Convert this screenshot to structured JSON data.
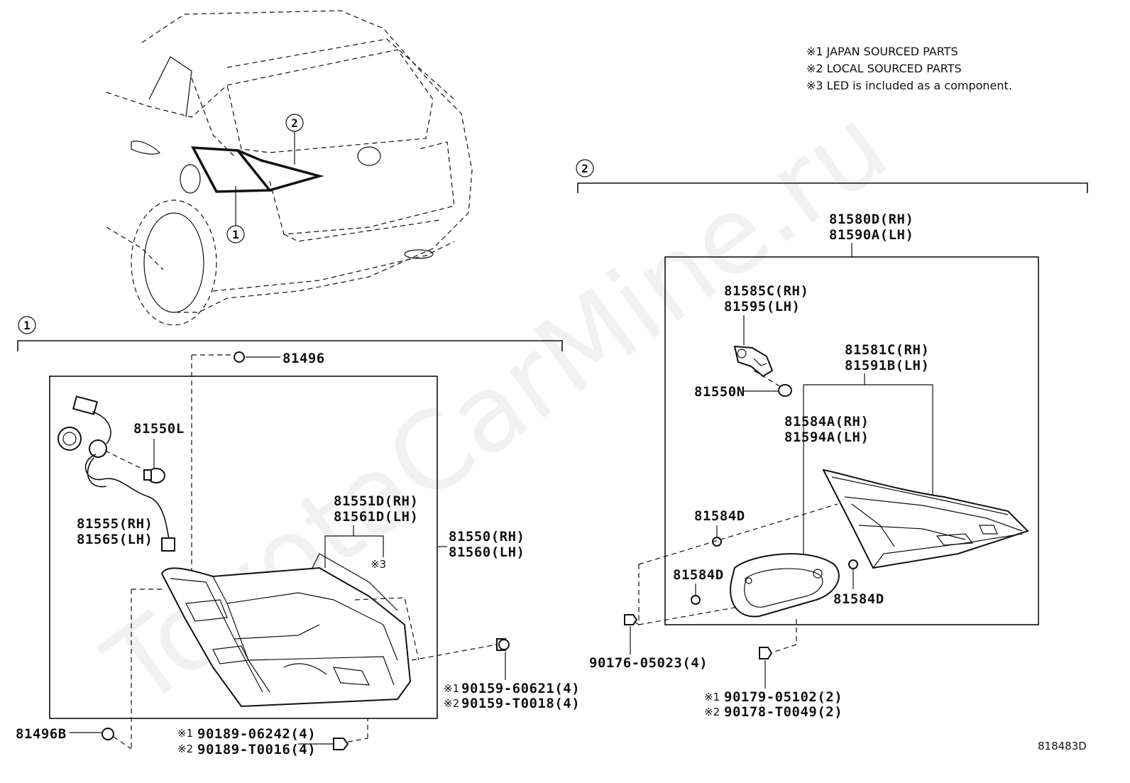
{
  "watermark": "ToyotaCarMine.ru",
  "notes": [
    "※1 JAPAN SOURCED PARTS",
    "※2 LOCAL SOURCED PARTS",
    "※3 LED is included as a component."
  ],
  "diagram_id": "818483D",
  "callouts": {
    "one": "1",
    "two": "2"
  },
  "left": {
    "p81496": "81496",
    "p81550L": "81550L",
    "p81555": "81555(RH)",
    "p81565": "81565(LH)",
    "p81551D": "81551D(RH)",
    "p81561D": "81561D(LH)",
    "mark3": "※3",
    "p81550": "81550(RH)",
    "p81560": "81560(LH)",
    "p90159a": "90159-60621(4)",
    "p90159b": "90159-T0018(4)",
    "p81496B": "81496B",
    "p90189a": "90189-06242(4)",
    "p90189b": "90189-T0016(4)",
    "mark1": "※1",
    "mark2": "※2"
  },
  "right": {
    "p81580D": "81580D(RH)",
    "p81590A": "81590A(LH)",
    "p81585C": "81585C(RH)",
    "p81595": "81595(LH)",
    "p81550N": "81550N",
    "p81581C": "81581C(RH)",
    "p81591B": "81591B(LH)",
    "p81584A": "81584A(RH)",
    "p81594A": "81594A(LH)",
    "p81584D_a": "81584D",
    "p81584D_b": "81584D",
    "p81584D_c": "81584D",
    "p90176": "90176-05023(4)",
    "p90179": "90179-05102(2)",
    "p90178": "90178-T0049(2)",
    "mark1": "※1",
    "mark2": "※2"
  }
}
